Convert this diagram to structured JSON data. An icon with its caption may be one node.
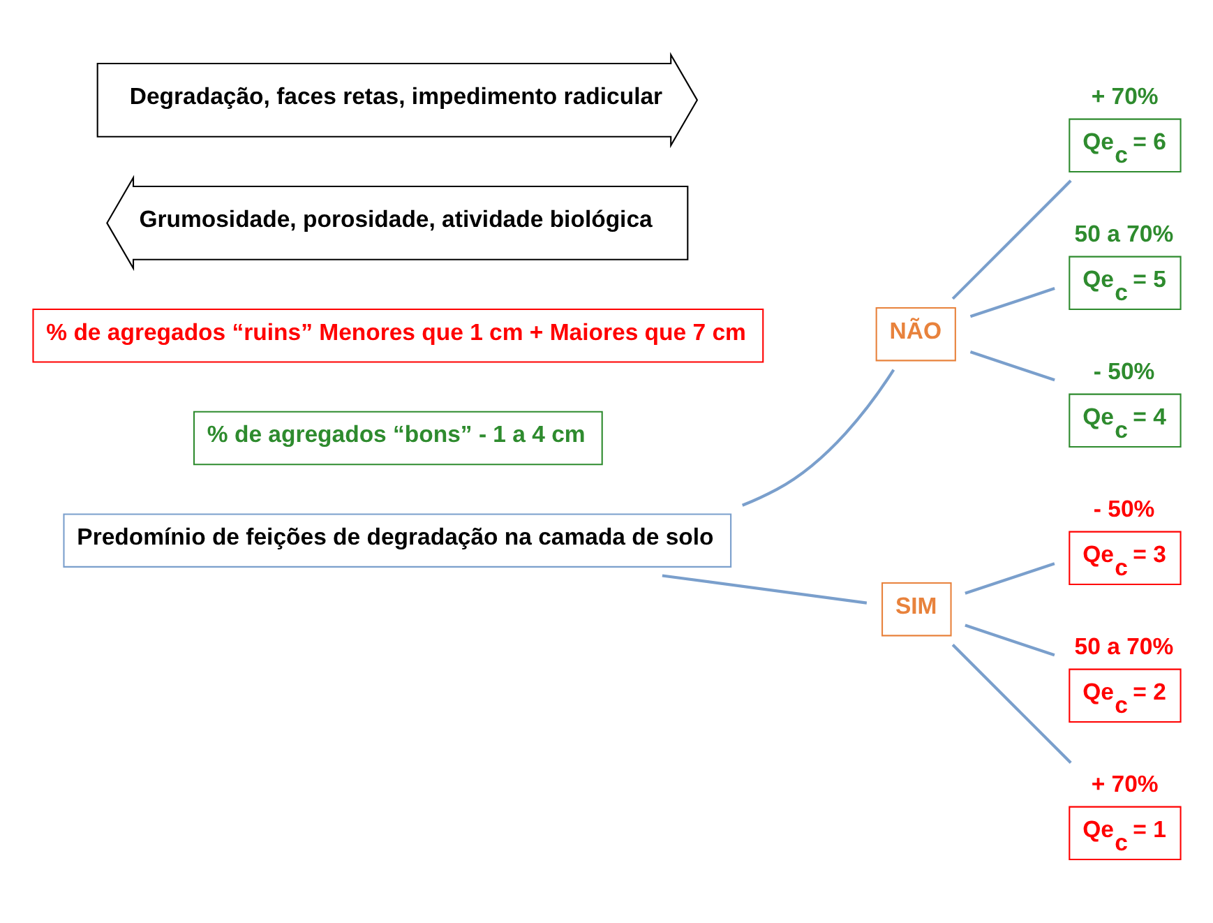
{
  "diagram": {
    "nodes": [
      {
        "text": [
          "Predomínio de feições de degradação na camada de solo"
        ]
      },
      {
        "text": [
          "NÃO"
        ]
      },
      {
        "text": [
          "SIM"
        ]
      },
      {
        "text": [
          "Qe$_{c}$ = 6"
        ],
        "beside": [
          "+ 70%"
        ]
      },
      {
        "text": [
          "Qe$_{c}$ = 5"
        ],
        "beside": [
          "50 a 70%"
        ]
      },
      {
        "text": [
          "Qe$_{c}$ = 4"
        ],
        "beside": [
          "- 50%"
        ]
      },
      {
        "text": [
          "% de agregados “bons” - 1 a 4 cm"
        ]
      },
      {
        "text": [
          "% de agregados “ruins” Menores que 1 cm + Maiores que 7 cm"
        ]
      },
      {
        "text": [
          "Qe$_{c}$ = 3"
        ],
        "beside": [
          "- 50%"
        ]
      },
      {
        "text": [
          "Qe$_{c}$ = 2"
        ],
        "beside": [
          "50 a 70%"
        ]
      },
      {
        "text": [
          "Qe$_{c}$ = 1"
        ],
        "beside": [
          "+ 70%"
        ]
      },
      {
        "text": [
          "Grumosidade, porosidade, atividade biológica"
        ]
      },
      {
        "text": [
          "Degradação, faces retas, impedimento radicular"
        ]
      }
    ],
    "edges": [
      {
        "from": 0,
        "to": 1,
        "arrow": "none"
      },
      {
        "from": 1,
        "to": 3,
        "arrow": "none"
      },
      {
        "from": 1,
        "to": 4,
        "arrow": "none"
      },
      {
        "from": 1,
        "to": 5,
        "arrow": "none"
      },
      {
        "from": 0,
        "to": 2,
        "arrow": "none"
      },
      {
        "from": 2,
        "to": 8,
        "arrow": "none"
      },
      {
        "from": 2,
        "to": 9,
        "arrow": "none"
      },
      {
        "from": 2,
        "to": 10,
        "arrow": "none"
      }
    ]
  }
}
